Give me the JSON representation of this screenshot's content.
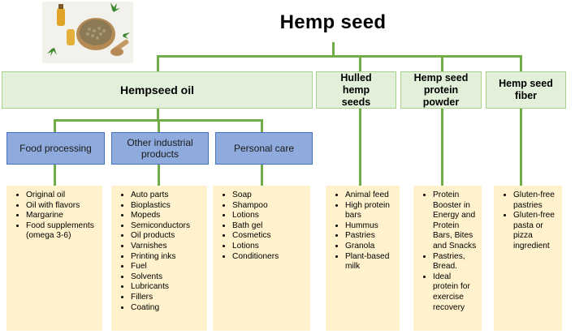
{
  "title": "Hemp seed",
  "categories": [
    {
      "label": "Hempseed oil"
    },
    {
      "label": "Hulled hemp seeds"
    },
    {
      "label": "Hemp seed protein powder"
    },
    {
      "label": "Hemp seed fiber"
    }
  ],
  "oil_subcategories": [
    {
      "label": "Food processing"
    },
    {
      "label": "Other industrial products"
    },
    {
      "label": "Personal care"
    }
  ],
  "lists": {
    "food_processing": [
      "Original oil",
      "Oil with flavors",
      "Margarine",
      "Food supplements (omega 3-6)"
    ],
    "industrial": [
      "Auto parts",
      "Bioplastics",
      "Mopeds",
      "Semiconductors",
      "Oil products",
      "Varnishes",
      "Printing inks",
      "Fuel",
      "Solvents",
      "Lubricants",
      "Fillers",
      "Coating"
    ],
    "personal_care": [
      "Soap",
      "Shampoo",
      "Lotions",
      "Bath gel",
      "Cosmetics",
      "Lotions",
      "Conditioners"
    ],
    "hulled": [
      "Animal feed",
      "High protein bars",
      "Hummus",
      "Pastries",
      "Granola",
      "Plant-based milk"
    ],
    "protein": [
      "Protein Booster in Energy and Protein Bars, Bites and Snacks",
      "Pastries, Bread.",
      "Ideal protein for exercise recovery"
    ],
    "fiber": [
      "Gluten-free pastries",
      "Gluten-free pasta or pizza ingredient"
    ]
  },
  "colors": {
    "connector": "#70ad47",
    "category_fill": "#e2efd9",
    "subcategory_fill": "#8faadc",
    "list_fill": "#fff2cc"
  }
}
